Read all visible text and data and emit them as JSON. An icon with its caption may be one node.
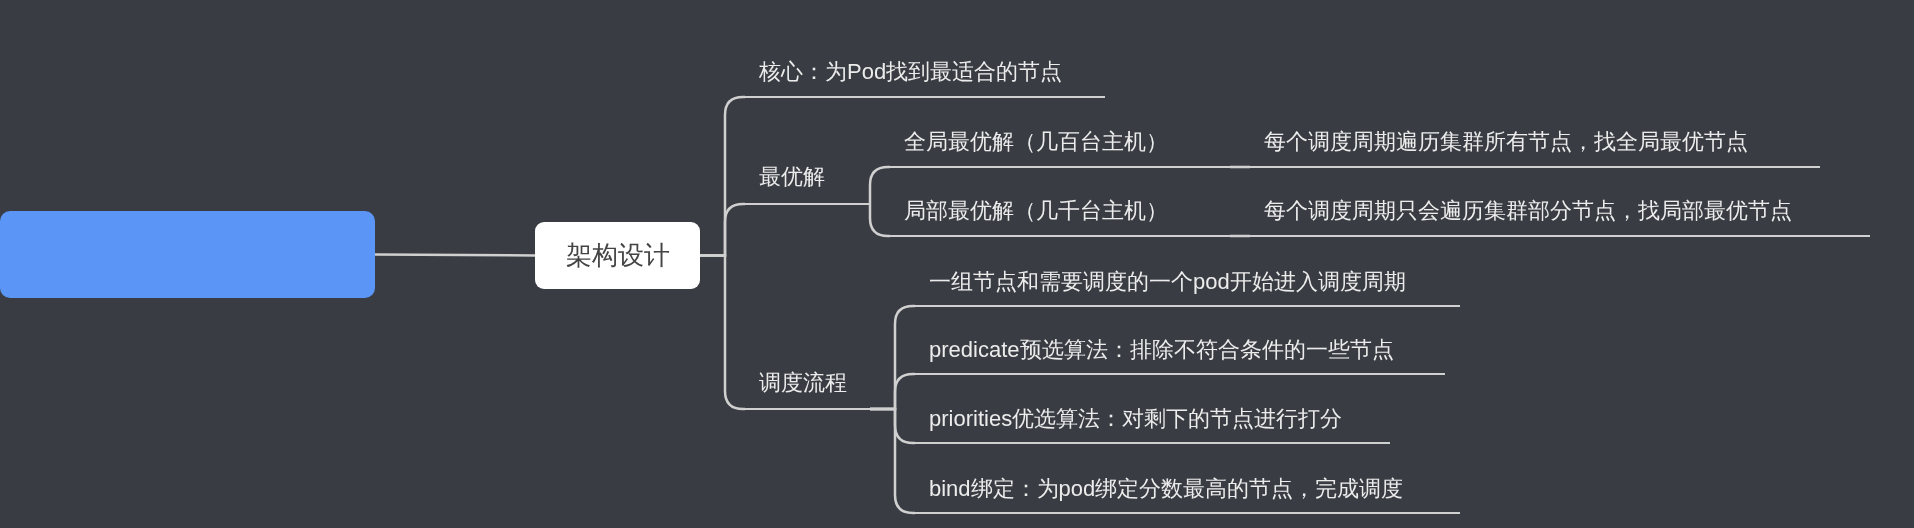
{
  "diagram": {
    "nodes": [
      {
        "text": [],
        "shape": "box"
      },
      {
        "text": [
          "架构设计"
        ]
      },
      {
        "text": [
          "核心：为Pod找到最适合的节点"
        ]
      },
      {
        "text": [
          "最优解"
        ]
      },
      {
        "text": [
          "全局最优解（几百台主机）"
        ]
      },
      {
        "text": [
          "每个调度周期遍历集群所有节点，找全局最优节点"
        ]
      },
      {
        "text": [
          "局部最优解（几千台主机）"
        ]
      },
      {
        "text": [
          "每个调度周期只会遍历集群部分节点，找局部最优节点"
        ]
      },
      {
        "text": [
          "调度流程"
        ]
      },
      {
        "text": [
          "一组节点和需要调度的一个pod开始进入调度周期"
        ]
      },
      {
        "text": [
          "predicate预选算法：排除不符合条件的一些节点"
        ]
      },
      {
        "text": [
          "priorities优选算法：对剩下的节点进行打分"
        ]
      },
      {
        "text": [
          "bind绑定：为pod绑定分数最高的节点，完成调度"
        ]
      }
    ],
    "edges": [
      {
        "from": 0,
        "to": 1,
        "arrow": "none"
      },
      {
        "from": 1,
        "to": 2,
        "arrow": "none"
      },
      {
        "from": 1,
        "to": 3,
        "arrow": "none"
      },
      {
        "from": 1,
        "to": 8,
        "arrow": "none"
      },
      {
        "from": 3,
        "to": 4,
        "arrow": "none"
      },
      {
        "from": 4,
        "to": 5,
        "arrow": "none"
      },
      {
        "from": 3,
        "to": 6,
        "arrow": "none"
      },
      {
        "from": 6,
        "to": 7,
        "arrow": "none"
      },
      {
        "from": 8,
        "to": 9,
        "arrow": "none"
      },
      {
        "from": 8,
        "to": 10,
        "arrow": "none"
      },
      {
        "from": 8,
        "to": 11,
        "arrow": "none"
      },
      {
        "from": 8,
        "to": 12,
        "arrow": "none"
      }
    ]
  }
}
